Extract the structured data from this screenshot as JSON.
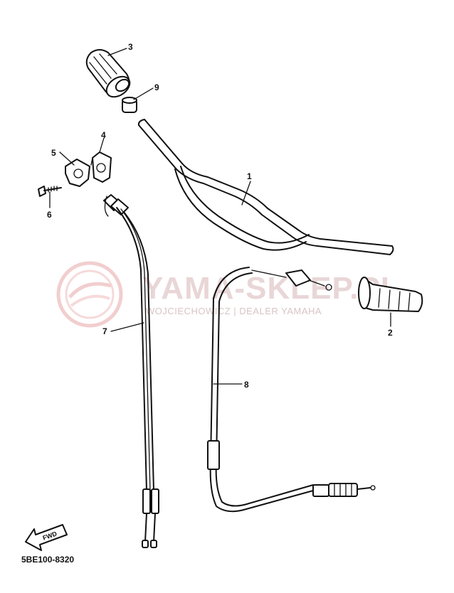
{
  "diagram": {
    "part_code": "5BE100-8320",
    "fwd_label": "FWD",
    "callouts": [
      {
        "id": "1",
        "label": "1"
      },
      {
        "id": "2",
        "label": "2"
      },
      {
        "id": "3",
        "label": "3"
      },
      {
        "id": "4",
        "label": "4"
      },
      {
        "id": "5",
        "label": "5"
      },
      {
        "id": "6",
        "label": "6"
      },
      {
        "id": "7",
        "label": "7"
      },
      {
        "id": "8",
        "label": "8"
      },
      {
        "id": "9",
        "label": "9"
      }
    ]
  },
  "watermark": {
    "title": "YAMA-SKLEP.PL",
    "subtitle": "WOJCIECHOWICZ | DEALER YAMAHA",
    "color": "#e9b4b4"
  }
}
